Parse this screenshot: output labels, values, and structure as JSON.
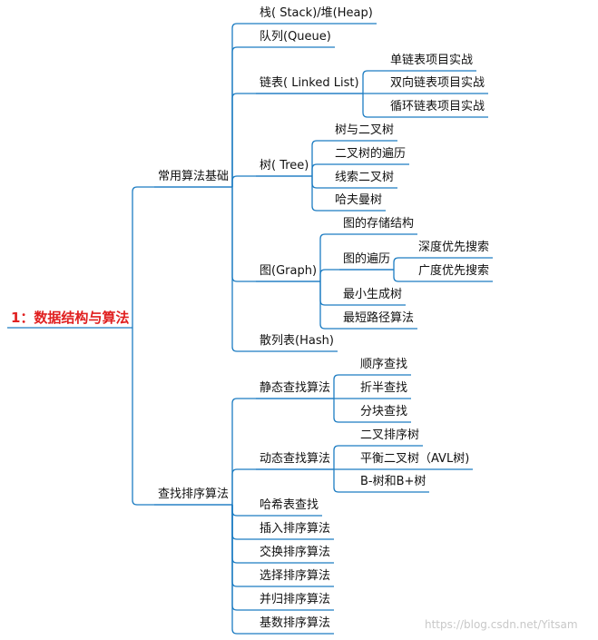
{
  "colors": {
    "line": "#1c7cc2",
    "root_text": "#e02020",
    "text": "#111111",
    "watermark": "#c8c8c8"
  },
  "root": "1：数据结构与算法",
  "branches": [
    {
      "label": "常用算法基础",
      "children": [
        {
          "label": "栈( Stack)/堆(Heap)"
        },
        {
          "label": "队列(Queue)"
        },
        {
          "label": "链表( Linked List)",
          "children": [
            "单链表项目实战",
            "双向链表项目实战",
            "循环链表项目实战"
          ]
        },
        {
          "label": "树( Tree)",
          "children": [
            "树与二叉树",
            "二叉树的遍历",
            "线索二叉树",
            "哈夫曼树"
          ]
        },
        {
          "label": "图(Graph)",
          "children": [
            "图的存储结构",
            "图的遍历",
            "深度优先搜索",
            "广度优先搜索",
            "最小生成树",
            "最短路径算法"
          ]
        },
        {
          "label": "散列表(Hash)"
        }
      ]
    },
    {
      "label": "查找排序算法",
      "children": [
        {
          "label": "静态查找算法",
          "children": [
            "顺序查找",
            "折半查找",
            "分块查找"
          ]
        },
        {
          "label": "动态查找算法",
          "children": [
            "二叉排序树",
            "平衡二叉树（AVL树)",
            "B-树和B+树"
          ]
        },
        {
          "label": "哈希表查找"
        },
        {
          "label": "插入排序算法"
        },
        {
          "label": "交换排序算法"
        },
        {
          "label": "选择排序算法"
        },
        {
          "label": "并归排序算法"
        },
        {
          "label": "基数排序算法"
        }
      ]
    }
  ],
  "watermark": "https://blog.csdn.net/Yitsam"
}
